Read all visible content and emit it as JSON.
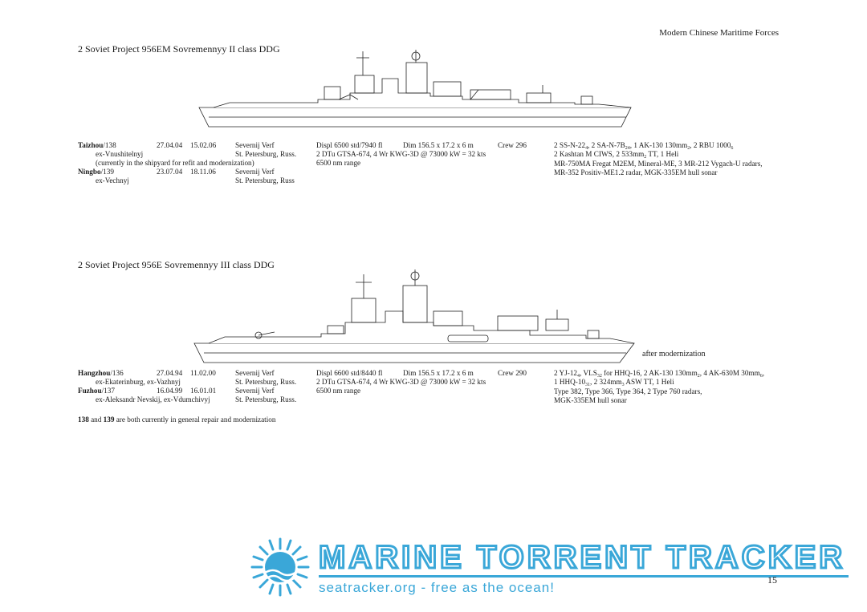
{
  "header": {
    "publication": "Modern Chinese Maritime Forces"
  },
  "section1": {
    "title": "2 Soviet Project 956EM Sovremennyy II class DDG",
    "ships": [
      {
        "name": "Taizhou",
        "pennant": "/138",
        "date1": "27.04.04",
        "date2": "15.02.06",
        "yard": "Severnij Verf",
        "former": "ex-Vnushitelnyj",
        "location": "St. Petersburg, Russ.",
        "note": "(currently in the shipyard for refit and modernization)"
      },
      {
        "name": "Ningbo",
        "pennant": "/139",
        "date1": "23.07.04",
        "date2": "18.11.06",
        "yard": "Severnij Verf",
        "former": "ex-Vechnyj",
        "location": "St. Petersburg, Russ"
      }
    ],
    "specs": {
      "displ": "Displ 6500 std/7940 fl",
      "dim": "Dim 156.5 x 17.2 x 6 m",
      "crew": "Crew 296",
      "machinery": "2 DTu GTSA-674, 4 Wr KWG-3D @ 73000 kW = 32 kts",
      "range": "6500 nm range"
    },
    "armament": {
      "l1a": "2 SS-N-22",
      "l1s1": "4",
      "l1b": ", 2 SA-N-7B",
      "l1s2": "24",
      "l1c": ", 1 AK-130 130mm",
      "l1s3": "2",
      "l1d": ", 2 RBU 1000",
      "l1s4": "6",
      "l2a": "2 Kashtan M CIWS, 2 533mm",
      "l2s1": "2",
      "l2b": " TT, 1 Heli",
      "l3": "MR-750MA Fregat M2EM, Mineral-ME, 3 MR-212 Vygach-U radars,",
      "l4": "MR-352 Positiv-ME1.2 radar, MGK-335EM hull sonar"
    }
  },
  "section2": {
    "title": "2 Soviet Project 956E Sovremennyy III class DDG",
    "after_modernization": "after modernization",
    "ships": [
      {
        "name": "Hangzhou",
        "pennant": "/136",
        "date1": "27.04.94",
        "date2": "11.02.00",
        "yard": "Severnij Verf",
        "former": "ex-Ekaterinburg, ex-Vazhnyj",
        "location": "St. Petersburg, Russ."
      },
      {
        "name": "Fuzhou",
        "pennant": "/137",
        "date1": "16.04.99",
        "date2": "16.01.01",
        "yard": "Severnij Verf",
        "former": "ex-Aleksandr Nevskij, ex-Vdumchivyj",
        "location": "St. Petersburg, Russ."
      }
    ],
    "specs": {
      "displ": "Displ 6600 std/8440 fl",
      "dim": "Dim 156.5 x 17.2 x 6 m",
      "crew": "Crew 290",
      "machinery": "2 DTu GTSA-674, 4 Wr KWG-3D @ 73000 kW = 32 kts",
      "range": "6500 nm range"
    },
    "armament": {
      "l1a": "2 YJ-12",
      "l1s1": "4",
      "l1b": ", VLS",
      "l1s2": "32",
      "l1c": " for HHQ-16, 2 AK-130 130mm",
      "l1s3": "2",
      "l1d": ", 4 AK-630M 30mm",
      "l1s4": "6",
      "l1e": ",",
      "l2a": "1 HHQ-10",
      "l2s1": "31",
      "l2b": ", 2 324mm",
      "l2s2": "3",
      "l2c": " ASW TT, 1 Heli",
      "l3": "Type 382, Type 366, Type 364, 2 Type 760 radars,",
      "l4": "MGK-335EM hull sonar"
    },
    "footnote": {
      "n1": "138",
      "and": " and ",
      "n2": "139",
      "rest": " are both currently in general repair and modernization"
    }
  },
  "watermark": {
    "title": "MARINE TORRENT TRACKER",
    "subtitle": "seatracker.org - free as the ocean!",
    "color": "#3aa7d8"
  },
  "page_number": "15"
}
